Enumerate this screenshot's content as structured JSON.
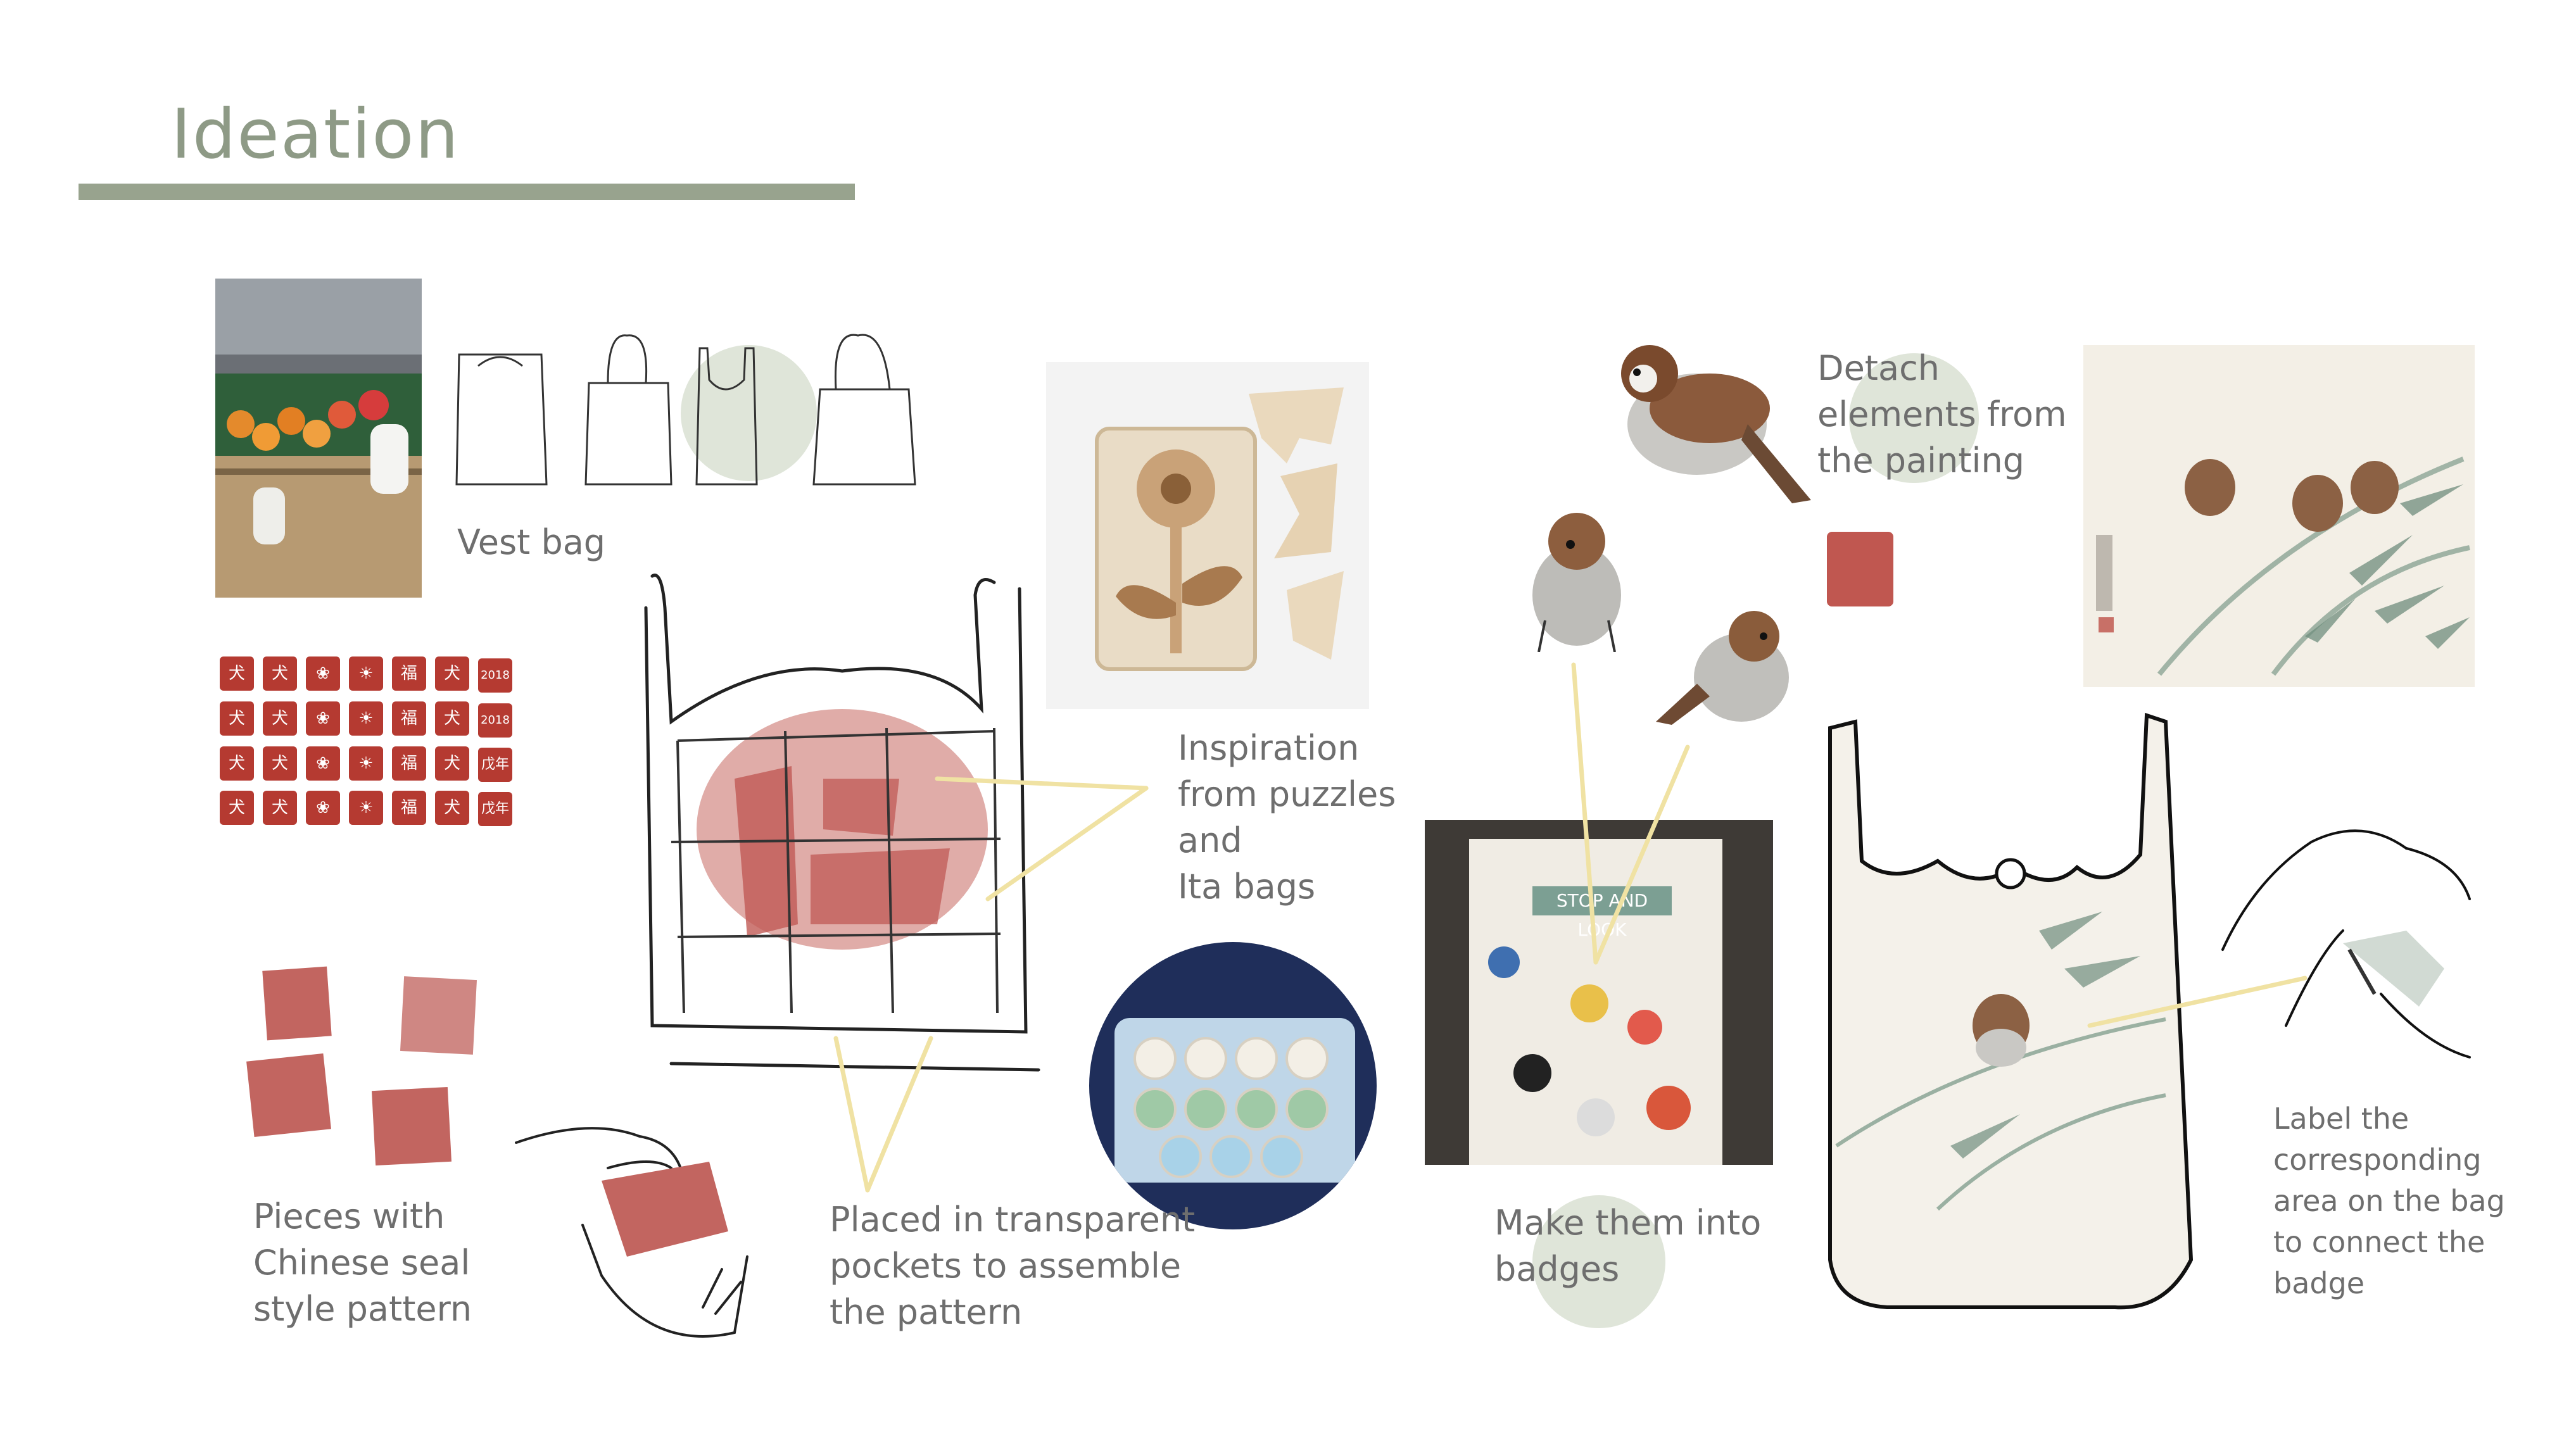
{
  "slide": {
    "title": "Ideation",
    "accent_color": "#98a38e",
    "blob_color": "#dfe5d9",
    "connector_color": "#f0e2a3",
    "seal_red": "#b53a31"
  },
  "captions": {
    "vest_bag": "Vest bag",
    "seal_pieces": [
      "Pieces with",
      "Chinese seal",
      "style pattern"
    ],
    "transparent_pockets": [
      "Placed in transparent",
      "pockets to assemble",
      "the pattern"
    ],
    "inspiration": [
      "Inspiration",
      "from puzzles",
      "and",
      "Ita bags"
    ],
    "detach": [
      "Detach",
      "elements from",
      "the painting"
    ],
    "make_badges": [
      "Make them into",
      "badges"
    ],
    "label_area": [
      "Label the",
      "corresponding",
      "area on the bag",
      "to connect the",
      "badge"
    ]
  },
  "seal_tiles": {
    "row1": [
      "犬",
      "犬",
      "❀",
      "☀",
      "福",
      "犬",
      "2018"
    ],
    "row2": [
      "犬",
      "犬",
      "❀",
      "☀",
      "福",
      "犬",
      "2018"
    ],
    "row3": [
      "犬",
      "犬",
      "❀",
      "☀",
      "福",
      "犬",
      "戊年"
    ],
    "row4": [
      "犬",
      "犬",
      "❀",
      "☀",
      "福",
      "犬",
      "戊年"
    ]
  },
  "badge_bag": {
    "patch_text": "STOP AND LOOK"
  },
  "icons": {
    "bag_outlines": "vest-bag-icon",
    "puzzle": "flower-puzzle-icon",
    "sparrow": "sparrow-icon",
    "seal_stamp": "red-seal-stamp-icon"
  }
}
